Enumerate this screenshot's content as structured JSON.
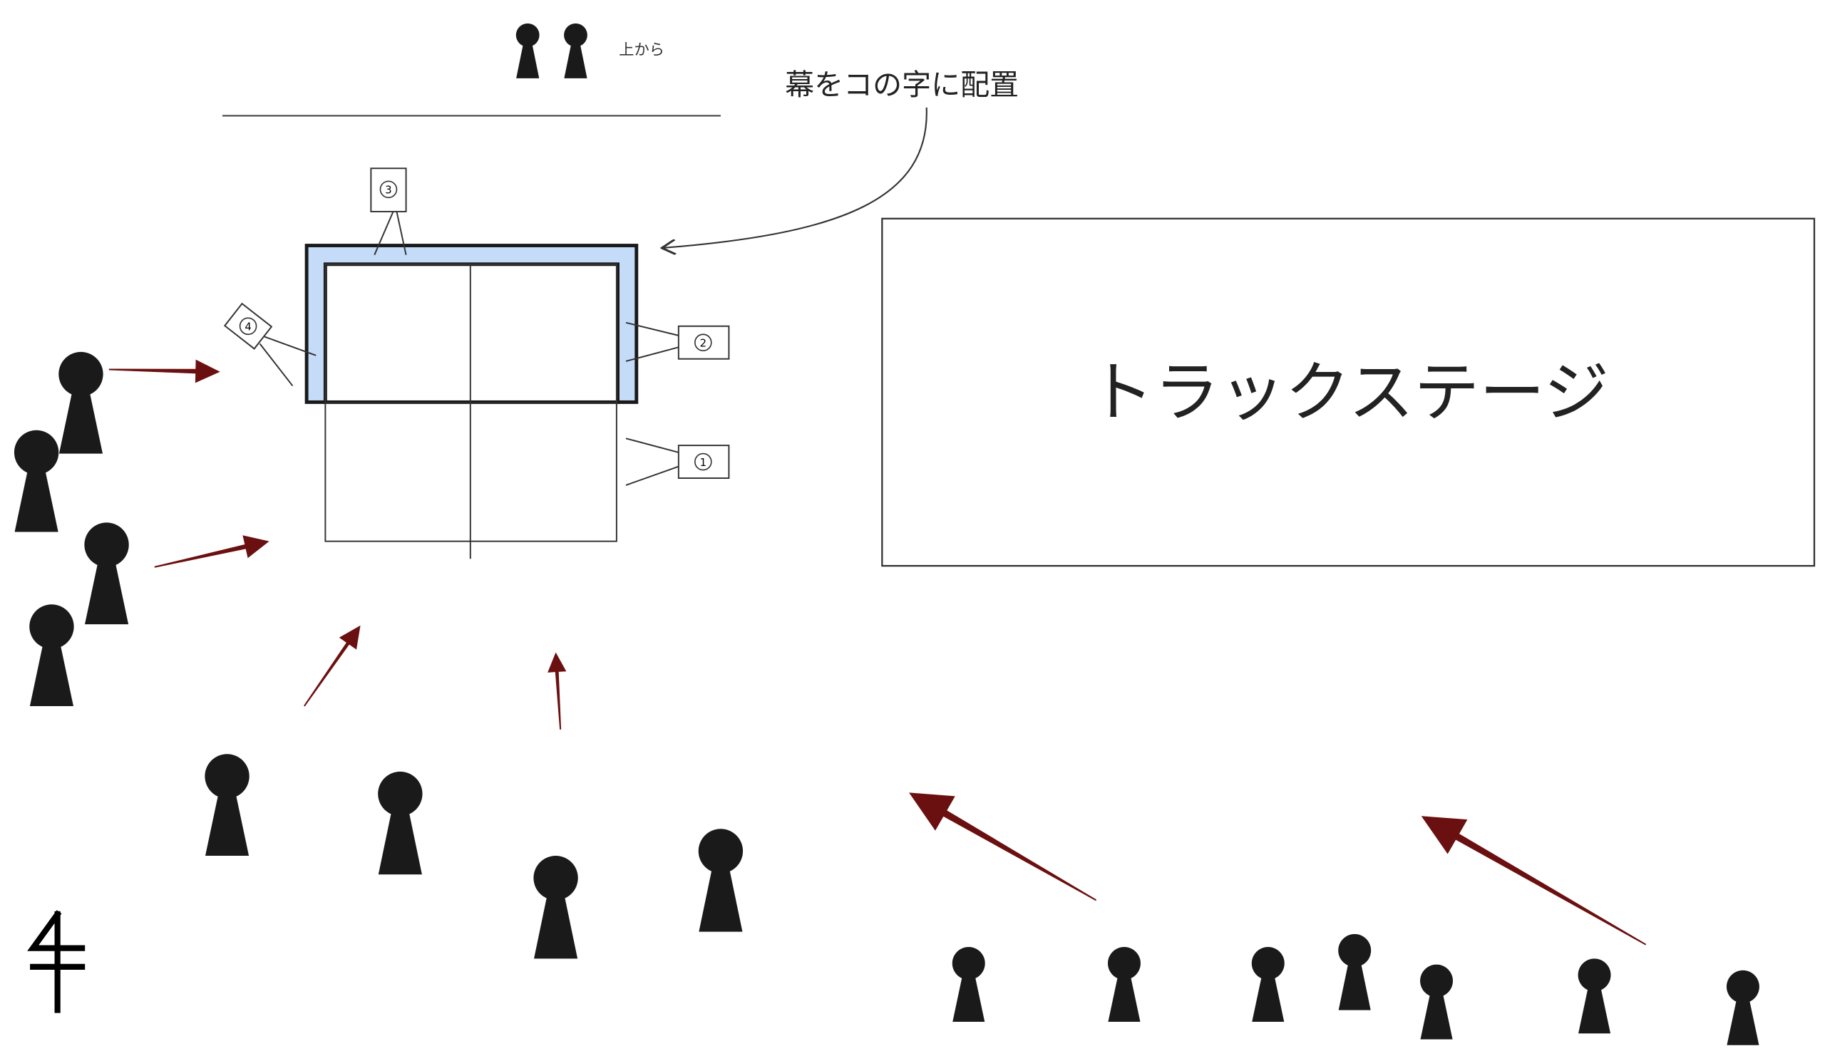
{
  "labels": {
    "top_view": "上から",
    "curtain_note": "幕をコの字に配置",
    "stage": "トラックステージ"
  },
  "cameras": [
    "1",
    "2",
    "3",
    "4"
  ],
  "colors": {
    "curtain": "#c5dcf8",
    "arrow": "#6b1010",
    "ink": "#1a1a1a"
  }
}
